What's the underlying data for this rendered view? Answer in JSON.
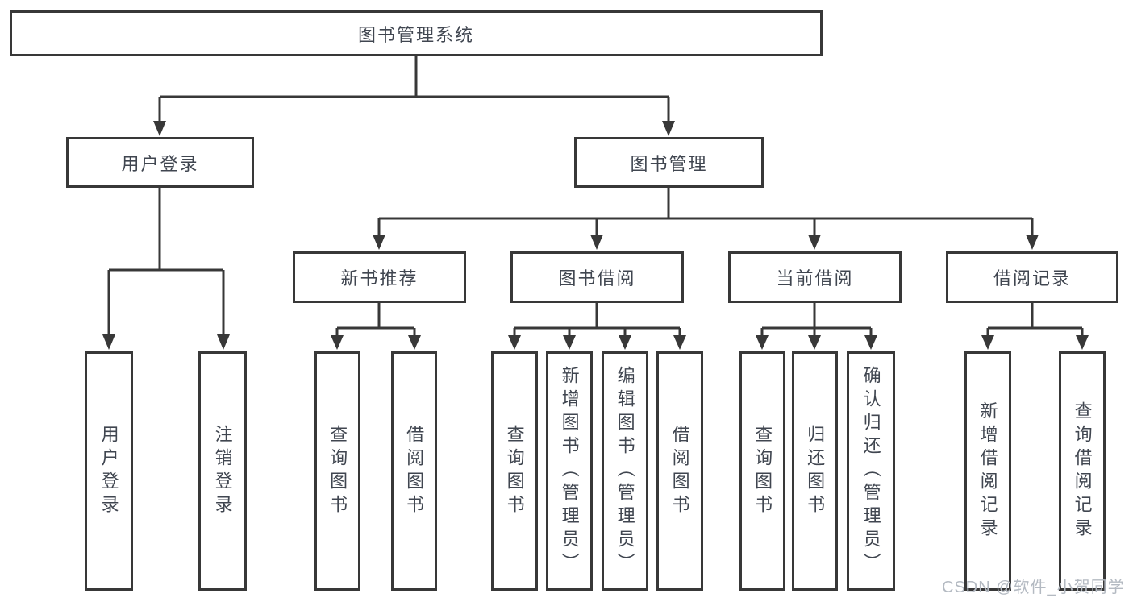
{
  "diagram": {
    "root": {
      "label": "图书管理系统"
    },
    "level2": [
      {
        "label": "用户登录"
      },
      {
        "label": "图书管理"
      }
    ],
    "level3": [
      {
        "label": "新书推荐"
      },
      {
        "label": "图书借阅"
      },
      {
        "label": "当前借阅"
      },
      {
        "label": "借阅记录"
      }
    ],
    "leaves": {
      "user_login": [
        "用户登录",
        "注销登录"
      ],
      "new_book": [
        "查询图书",
        "借阅图书"
      ],
      "book_borrow": [
        "查询图书",
        "新增图书（管理员）",
        "编辑图书（管理员）",
        "借阅图书"
      ],
      "current_borrow": [
        "查询图书",
        "归还图书",
        "确认归还（管理员）"
      ],
      "borrow_record": [
        "新增借阅记录",
        "查询借阅记录"
      ]
    }
  },
  "watermark": {
    "text": "CSDN @软件_小贺同学"
  },
  "colors": {
    "line": "#383838",
    "box_border": "#383838",
    "text": "#404650",
    "watermark": "#b4bac2",
    "background": "#ffffff"
  }
}
